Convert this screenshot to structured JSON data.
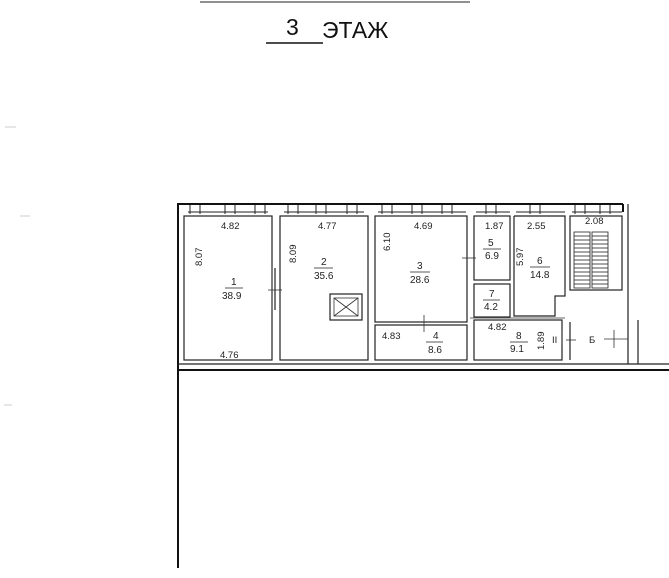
{
  "title": {
    "number": "3",
    "word": "ЭТАЖ"
  },
  "rooms": [
    {
      "number": "1",
      "area": "38.9",
      "dims": [
        "4.82",
        "8.07",
        "4.76"
      ]
    },
    {
      "number": "2",
      "area": "35.6",
      "dims": [
        "4.77",
        "8.09"
      ]
    },
    {
      "number": "3",
      "area": "28.6",
      "dims": [
        "4.69",
        "6.10"
      ]
    },
    {
      "number": "4",
      "area": "8.6",
      "dims": [
        "4.83"
      ]
    },
    {
      "number": "5",
      "area": "6.9",
      "dims": [
        "1.87"
      ]
    },
    {
      "number": "6",
      "area": "14.8",
      "dims": [
        "2.55",
        "5.97"
      ]
    },
    {
      "number": "7",
      "area": "4.2",
      "dims": []
    },
    {
      "number": "8",
      "area": "9.1",
      "dims": [
        "4.82",
        "1.89"
      ]
    }
  ],
  "extra_labels": {
    "stair_width": "2.08",
    "roman_two": "II",
    "letter_b": "Б"
  }
}
